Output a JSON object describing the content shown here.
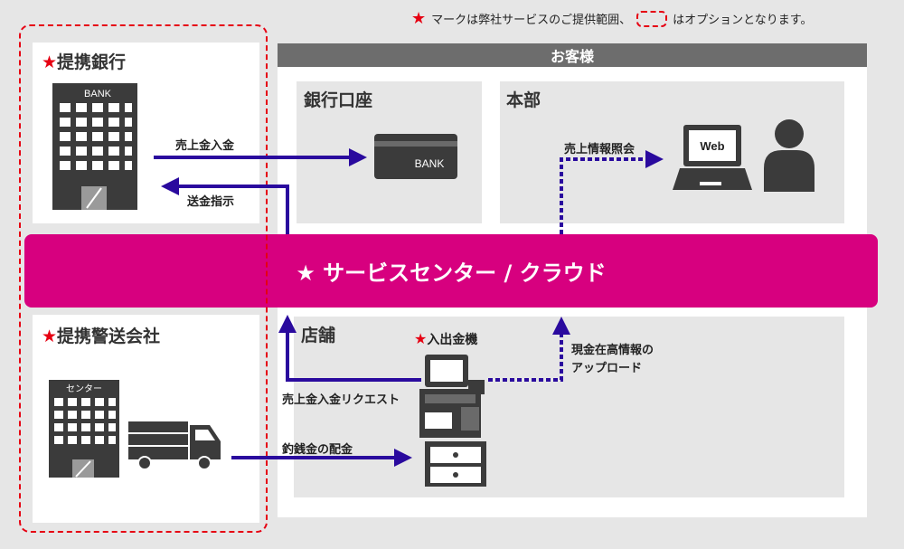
{
  "legend": {
    "star": "★",
    "text_before": "マークは弊社サービスのご提供範囲、",
    "text_after": "はオプションとなります。"
  },
  "bank_partner": {
    "star": "★",
    "title": "提携銀行",
    "building_label": "BANK"
  },
  "guard_partner": {
    "star": "★",
    "title": "提携警送会社",
    "building_label": "センター"
  },
  "customer": {
    "title": "お客様"
  },
  "bank_account": {
    "title": "銀行口座",
    "card_label": "BANK"
  },
  "headquarters": {
    "title": "本部",
    "screen_label": "Web"
  },
  "store": {
    "title": "店舗",
    "machine_star": "★",
    "machine_title": "入出金機"
  },
  "service_center": {
    "label": "★ サービスセンター / クラウド"
  },
  "flows": {
    "sales_deposit": "売上金入金",
    "transfer_instruction": "送金指示",
    "sales_inquiry": "売上情報照会",
    "sales_deposit_request": "売上金入金リクエスト",
    "change_delivery": "釣銭金の配金",
    "cash_upload_line1": "現金在高情報の",
    "cash_upload_line2": "アップロード"
  },
  "colors": {
    "band": "#d7007f",
    "arrow": "#2a0a9e",
    "accent_red": "#e60012",
    "building": "#3b3b3b"
  }
}
